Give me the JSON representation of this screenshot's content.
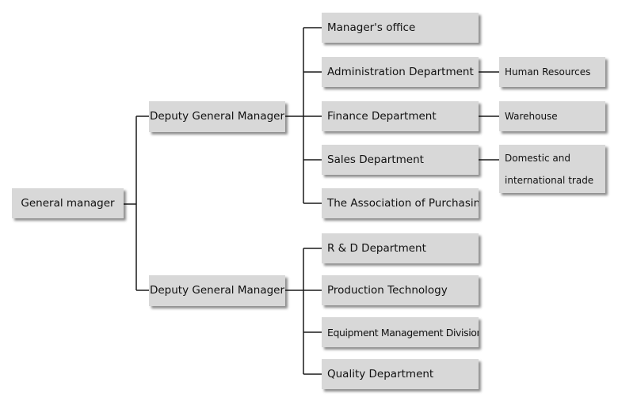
{
  "org_chart": {
    "root": {
      "label": "General manager"
    },
    "deputies": [
      {
        "label": "Deputy General Manager"
      },
      {
        "label": "Deputy General Manager"
      }
    ],
    "departments_group_1": [
      {
        "label": "Manager's office"
      },
      {
        "label": "Administration Department"
      },
      {
        "label": "Finance Department"
      },
      {
        "label": "Sales Department"
      },
      {
        "label": "The Association of Purchasing"
      }
    ],
    "departments_group_2": [
      {
        "label": "R & D Department"
      },
      {
        "label": "Production Technology"
      },
      {
        "label": "Equipment Management Division"
      },
      {
        "label": "Quality Department"
      }
    ],
    "sub_units": [
      {
        "label": "Human Resources"
      },
      {
        "label": "Warehouse"
      },
      {
        "label_line_1": "Domestic and",
        "label_line_2": "international trade"
      }
    ]
  },
  "colors": {
    "node_fill": "#d8d8d8",
    "connector": "#1a1a1a",
    "text": "#111111"
  }
}
